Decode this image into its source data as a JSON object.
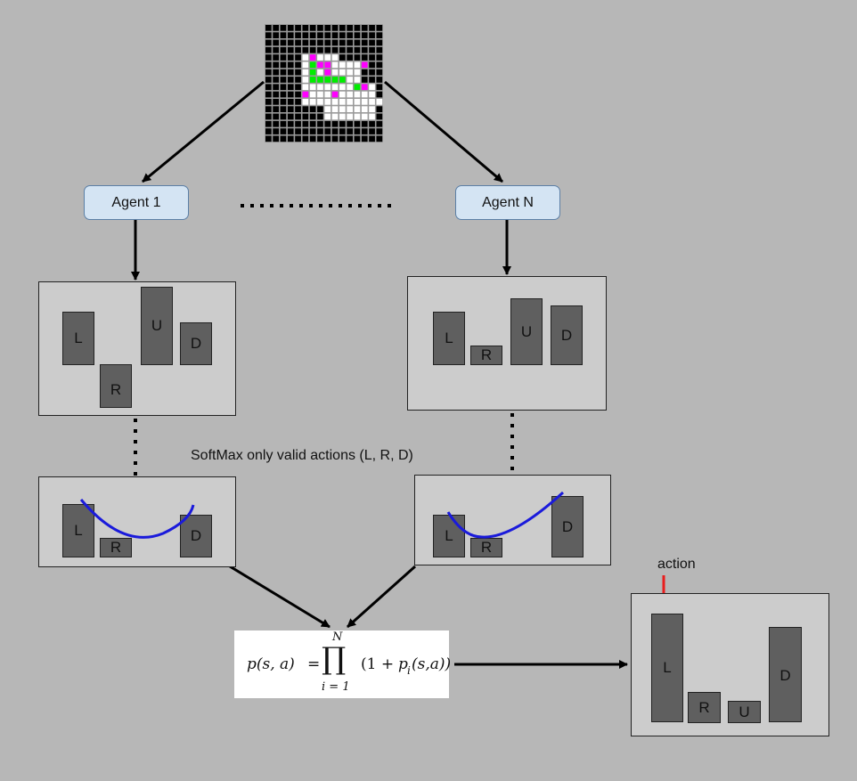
{
  "agents": [
    {
      "label": "Agent 1"
    },
    {
      "label": "Agent N"
    }
  ],
  "softmax_note": "SoftMax only valid actions (L, R, D)",
  "action_label": "action",
  "bars": {
    "agent1_qvalues": [
      "L",
      "R",
      "U",
      "D"
    ],
    "agentN_qvalues": [
      "L",
      "R",
      "U",
      "D"
    ],
    "agent1_softmax": [
      "L",
      "R",
      "D"
    ],
    "agentN_softmax": [
      "L",
      "R",
      "D"
    ],
    "final": [
      "L",
      "R",
      "U",
      "D"
    ]
  },
  "formula": {
    "lhs": "p(s, a)",
    "eq": "=",
    "upper": "N",
    "prod": "∏",
    "lower": "i = 1",
    "rhs_open": "(1 + ",
    "rhs_term": "p",
    "rhs_sub": "i",
    "rhs_args": "(s,a))"
  },
  "colors": {
    "background": "#b7b7b7",
    "panel": "#cccccc",
    "bar": "#5f5f5f",
    "agent_box": "#d4e4f3",
    "curve": "#1a1adb",
    "action_arrow": "#e81e1e",
    "grid_wall": "#000000",
    "grid_free": "#ffffff",
    "grid_agent": "#ff00ff",
    "grid_path": "#00ee00"
  },
  "grid_map": [
    "################",
    "################",
    "################",
    "################",
    "#####.M...######",
    "#####.GMM....M##",
    "#####.G.M....###",
    "#####.GGGGG..###",
    "#####.......GM.#",
    "#####M...M.....#",
    "#####...........",
    "########.......#",
    "########.......#",
    "################",
    "################",
    "################"
  ]
}
